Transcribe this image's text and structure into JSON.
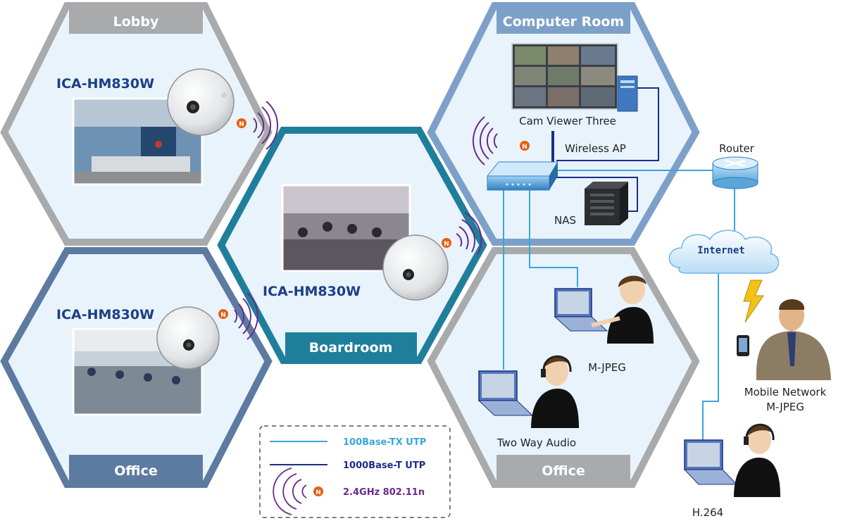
{
  "zones": {
    "lobby": "Lobby",
    "computer_room": "Computer Room",
    "boardroom": "Boardroom",
    "office_left": "Office",
    "office_right": "Office"
  },
  "cameras": {
    "lobby": "ICA-HM830W",
    "boardroom": "ICA-HM830W",
    "office": "ICA-HM830W"
  },
  "devices": {
    "cam_viewer": "Cam Viewer Three",
    "wireless_ap": "Wireless AP",
    "router": "Router",
    "nas": "NAS",
    "internet": "Internet",
    "mobile_network": "Mobile Network",
    "mobile_format": "M-JPEG",
    "laptop_mjpeg": "M-JPEG",
    "laptop_audio": "Two Way Audio",
    "laptop_h264": "H.264",
    "wifi_badge": "N"
  },
  "legend": {
    "items": [
      {
        "label": "100Base-TX UTP",
        "color": "#3aa6dc"
      },
      {
        "label": "1000Base-T UTP",
        "color": "#1c2d86"
      },
      {
        "label": "2.4GHz 802.11n",
        "color": "#6b2a8a"
      }
    ]
  },
  "colors": {
    "hex_fill": "#e8f3fb",
    "lobby_border": "#a9aaac",
    "computer_room_border": "#7da0c9",
    "boardroom_border": "#1f7f9b",
    "office_left_border": "#5d7aa0",
    "office_right_border": "#a9aaac",
    "camera_label": "#1b3f86",
    "cable_100": "#3aa6dc",
    "cable_1000": "#1c2d86",
    "wireless": "#6b2a8a",
    "wifi_badge": "#e85d10"
  }
}
